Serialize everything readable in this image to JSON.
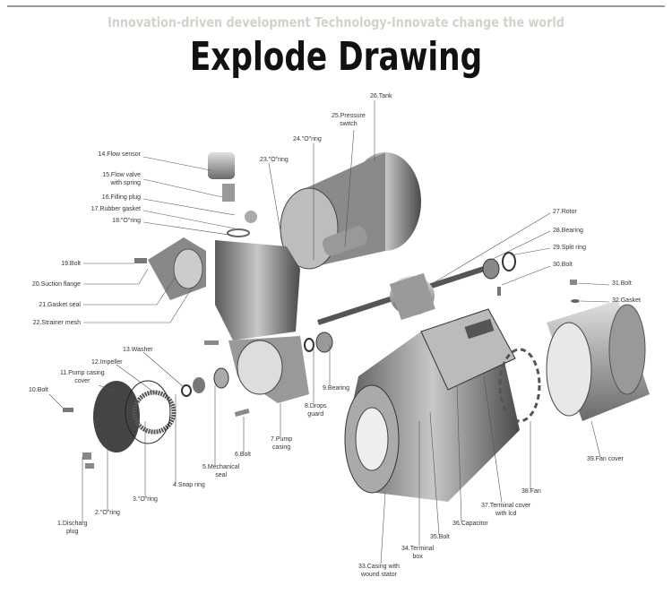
{
  "header": {
    "slogan": "Innovation-driven development Technology-Innovate change the world",
    "title": "Explode Drawing"
  },
  "parts": [
    {
      "l1": "1.Discharg",
      "l2": "plug"
    },
    {
      "l1": "2.\"O\"ring"
    },
    {
      "l1": "3.\"O\"ring"
    },
    {
      "l1": "4.Snap ring"
    },
    {
      "l1": "5.Mechanical",
      "l2": "seal"
    },
    {
      "l1": "6.Bolt"
    },
    {
      "l1": "7.Pump",
      "l2": "casing"
    },
    {
      "l1": "8.Drops",
      "l2": "guard"
    },
    {
      "l1": "9.Bearing"
    },
    {
      "l1": "10.Bolt"
    },
    {
      "l1": "11.Pump casing",
      "l2": "cover"
    },
    {
      "l1": "12.Impeller"
    },
    {
      "l1": "13.Washer"
    },
    {
      "l1": "14.Flow sensor"
    },
    {
      "l1": "15.Flow valve",
      "l2": "with spring"
    },
    {
      "l1": "16.Filling plug"
    },
    {
      "l1": "17.Rubber gasket"
    },
    {
      "l1": "18.\"O\"ring"
    },
    {
      "l1": "19.Bolt"
    },
    {
      "l1": "20.Suction flange"
    },
    {
      "l1": "21.Gasket seal"
    },
    {
      "l1": "22.Strainer mesh"
    },
    {
      "l1": "23.\"O\"ring"
    },
    {
      "l1": "24.\"O\"ring"
    },
    {
      "l1": "25.Pressure",
      "l2": "switch"
    },
    {
      "l1": "26.Tank"
    },
    {
      "l1": "27.Rotor"
    },
    {
      "l1": "28.Bearing"
    },
    {
      "l1": "29.Split ring"
    },
    {
      "l1": "30.Bolt"
    },
    {
      "l1": "31.Bolt"
    },
    {
      "l1": "32.Gasket"
    },
    {
      "l1": "33.Casing with",
      "l2": "wound stator"
    },
    {
      "l1": "34.Terminal",
      "l2": "box"
    },
    {
      "l1": "35.Bolt"
    },
    {
      "l1": "36.Capacitor"
    },
    {
      "l1": "37.Terminal cover",
      "l2": "with lcd"
    },
    {
      "l1": "38.Fan"
    },
    {
      "l1": "39.Fan cover"
    }
  ]
}
